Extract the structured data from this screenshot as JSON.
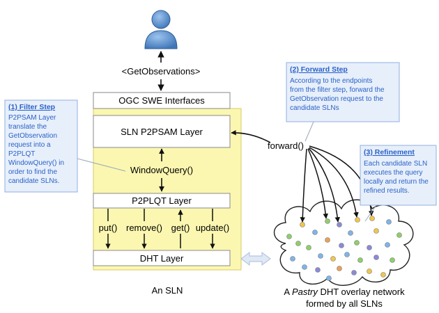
{
  "diagram": {
    "query_label": "<GetObservations>",
    "ogc_layer": "OGC SWE Interfaces",
    "p2psam_layer": "SLN P2PSAM Layer",
    "window_query": "WindowQuery()",
    "p2plqt_layer": "P2PLQT Layer",
    "ops": [
      "put()",
      "remove()",
      "get()",
      "update()"
    ],
    "dht_layer": "DHT Layer",
    "sln_caption": "An SLN",
    "forward_label": "forward()",
    "overlay_caption": {
      "prefix": "A ",
      "italic": "Pastry",
      "suffix": " DHT overlay network",
      "line2": "formed by all SLNs"
    }
  },
  "notes": {
    "filter": {
      "title": "(1) Filter Step",
      "lines": [
        "P2PSAM Layer",
        "translate the",
        "GetObservation",
        "request into a",
        "P2PLQT",
        "WindowQuery() in",
        "order to find the",
        "candidate SLNs."
      ]
    },
    "forward": {
      "title": "(2) Forward Step",
      "lines": [
        "According to the endpoints",
        "from the filter step, forward the",
        "GetObservation request to the",
        "candidate SLNs"
      ]
    },
    "refine": {
      "title": "(3) Refinement",
      "lines": [
        "Each candidate SLN",
        "executes the query",
        "locally and return the",
        "refined results."
      ]
    }
  },
  "colors": {
    "sln_fill": "#fbf7b0",
    "note_fill": "#e7effa",
    "note_border": "#8fb0e0",
    "note_text": "#2a62c9",
    "user_icon": "#4f87c6",
    "node_colors": [
      "#f0c64a",
      "#8a8ad6",
      "#8fcf6a",
      "#7fb4e8",
      "#e8a15a"
    ]
  }
}
